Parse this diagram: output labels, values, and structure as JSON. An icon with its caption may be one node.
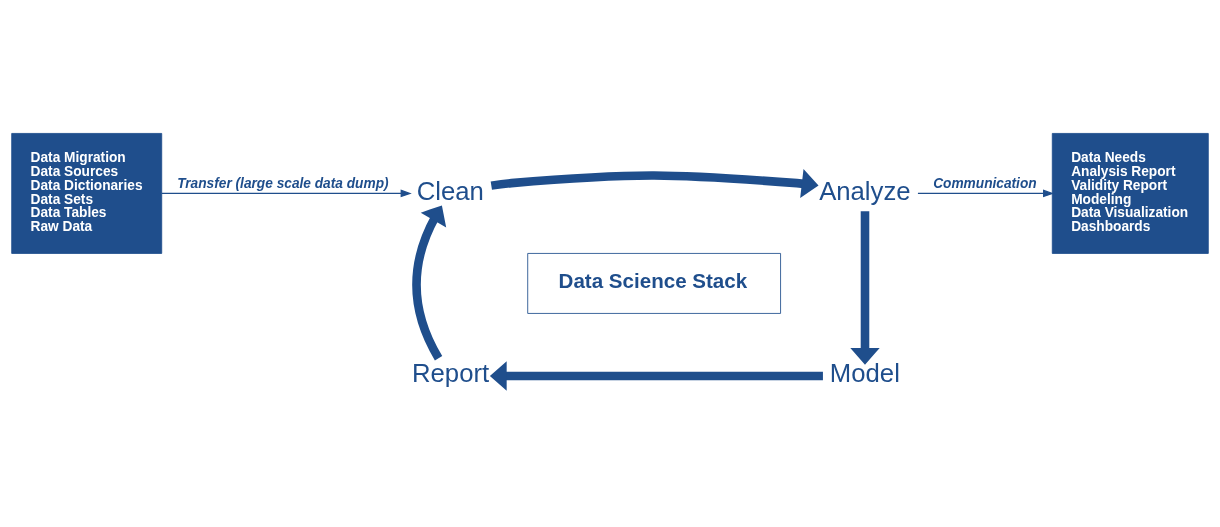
{
  "diagram": {
    "nodes": [
      {
        "text": [
          "Data Migration",
          "Data Sources",
          "Data Dictionaries",
          "Data Sets",
          "Data Tables",
          "Raw Data"
        ]
      },
      {
        "text": [
          "Clean"
        ]
      },
      {
        "text": [
          "Analyze"
        ]
      },
      {
        "text": [
          "Model"
        ]
      },
      {
        "text": [
          "Report"
        ]
      },
      {
        "text": [
          "Data Science Stack"
        ]
      },
      {
        "text": [
          "Data Needs",
          "Analysis Report",
          "Validity Report",
          "Modeling",
          "Data Visualization",
          "Dashboards"
        ]
      }
    ],
    "edges": [
      {
        "from": 0,
        "to": 1,
        "arrow": "to",
        "label": "Transfer (large scale data dump)"
      },
      {
        "from": 1,
        "to": 2,
        "arrow": "to"
      },
      {
        "from": 2,
        "to": 3,
        "arrow": "to"
      },
      {
        "from": 3,
        "to": 4,
        "arrow": "to"
      },
      {
        "from": 4,
        "to": 1,
        "arrow": "to"
      },
      {
        "from": 2,
        "to": 6,
        "arrow": "to",
        "label": "Communication"
      }
    ]
  }
}
